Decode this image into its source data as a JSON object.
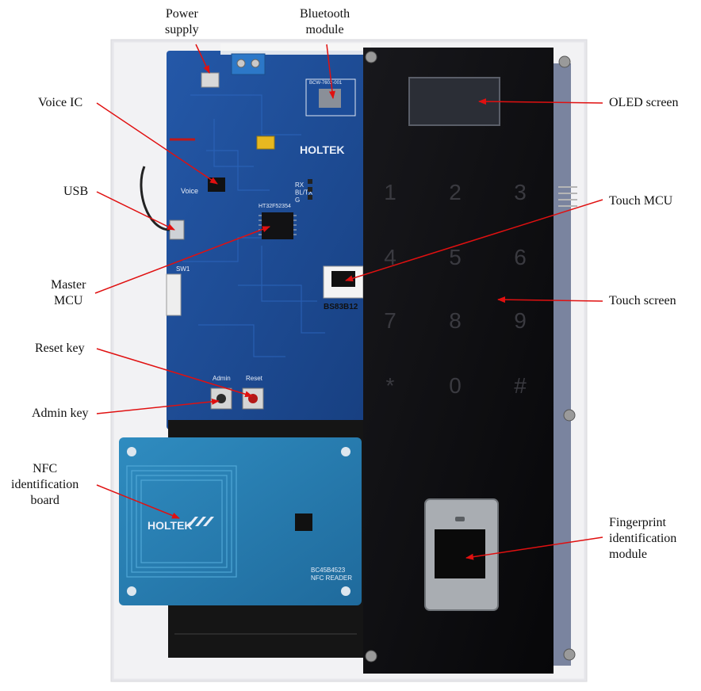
{
  "labels": {
    "power_supply": "Power\nsupply",
    "bluetooth_module": "Bluetooth\nmodule",
    "voice_ic": "Voice IC",
    "usb": "USB",
    "master_mcu": "Master\nMCU",
    "reset_key": "Reset key",
    "admin_key": "Admin key",
    "nfc_board": "NFC\nidentification\nboard",
    "oled_screen": "OLED screen",
    "touch_mcu": "Touch MCU",
    "touch_screen": "Touch screen",
    "fingerprint_module": "Fingerprint\nidentification\nmodule"
  },
  "pcb_text": {
    "brand_main": "HOLTEK",
    "brand_nfc": "HOLTEK",
    "master_chip": "HT32F52354",
    "touch_chip": "BS83B12",
    "nfc_chip_line1": "BC45B4523",
    "nfc_chip_line2": "NFC READER",
    "admin": "Admin",
    "reset": "Reset",
    "voice": "Voice",
    "sw1": "SW1",
    "uart": "RX\nBL/TX\nG",
    "bt_chip": "BCW-7602-001"
  },
  "keypad": [
    "1",
    "2",
    "3",
    "4",
    "5",
    "6",
    "7",
    "8",
    "9",
    "*",
    "0",
    "#"
  ],
  "colors": {
    "pcb_blue": "#1f4f9a",
    "pcb_blue_dark": "#173f80",
    "nfc_blue": "#2a7fb0",
    "panel_black": "#0d0d10",
    "arrow_red": "#e01010"
  }
}
